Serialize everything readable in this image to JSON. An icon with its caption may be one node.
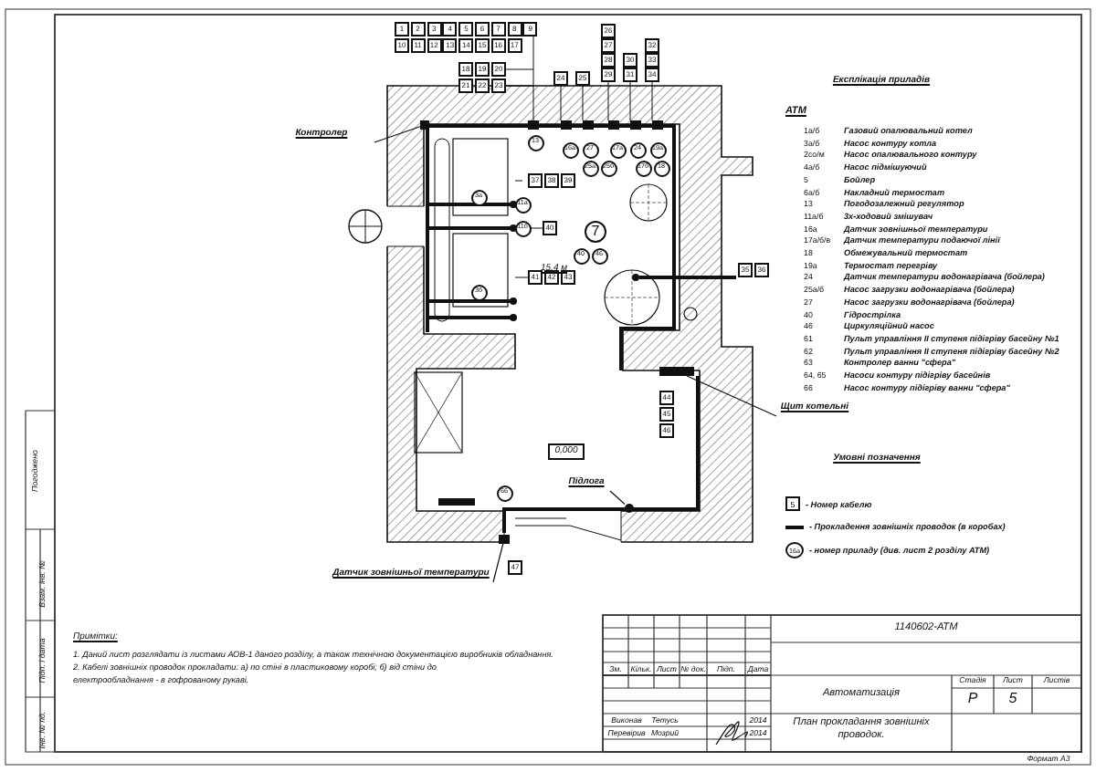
{
  "diagram": {
    "nodes": [
      {
        "text": [
          "Контролер"
        ]
      },
      {
        "text": [],
        "shape": "box"
      },
      {
        "text": [
          "Щит котельні"
        ]
      },
      {
        "text": [],
        "shape": "bar"
      },
      {
        "text": [
          "Підлога"
        ]
      },
      {
        "text": [],
        "shape": "circle"
      },
      {
        "text": [
          "Датчик зовнішньої температури"
        ]
      },
      {
        "text": [],
        "shape": "box"
      },
      {
        "text": [
          "1"
        ]
      },
      {
        "text": [
          "2"
        ]
      },
      {
        "text": [
          "3"
        ]
      },
      {
        "text": [
          "4"
        ]
      },
      {
        "text": [
          "5"
        ]
      },
      {
        "text": [
          "6"
        ]
      },
      {
        "text": [
          "7"
        ]
      },
      {
        "text": [
          "8"
        ]
      },
      {
        "text": [
          "9"
        ]
      },
      {
        "text": [
          "10"
        ]
      },
      {
        "text": [
          "11"
        ]
      },
      {
        "text": [
          "12"
        ]
      },
      {
        "text": [
          "13"
        ]
      },
      {
        "text": [
          "14"
        ]
      },
      {
        "text": [
          "15"
        ]
      },
      {
        "text": [
          "16"
        ]
      },
      {
        "text": [
          "17"
        ]
      },
      {
        "text": [
          "18"
        ]
      },
      {
        "text": [
          "19"
        ]
      },
      {
        "text": [
          "20"
        ]
      },
      {
        "text": [
          "21"
        ]
      },
      {
        "text": [
          "22"
        ]
      },
      {
        "text": [
          "23"
        ]
      },
      {
        "text": [
          "24"
        ]
      },
      {
        "text": [
          "25"
        ]
      },
      {
        "text": [
          "26"
        ]
      },
      {
        "text": [
          "27"
        ]
      },
      {
        "text": [
          "28"
        ]
      },
      {
        "text": [
          "29"
        ]
      },
      {
        "text": [
          "30"
        ]
      },
      {
        "text": [
          "31"
        ]
      },
      {
        "text": [
          "32"
        ]
      },
      {
        "text": [
          "33"
        ]
      },
      {
        "text": [
          "34"
        ]
      },
      {
        "text": [
          "35"
        ]
      },
      {
        "text": [
          "36"
        ]
      },
      {
        "text": [
          "37"
        ]
      },
      {
        "text": [
          "38"
        ]
      },
      {
        "text": [
          "39"
        ]
      },
      {
        "text": [
          "40"
        ]
      },
      {
        "text": [
          "41"
        ]
      },
      {
        "text": [
          "42"
        ]
      },
      {
        "text": [
          "43"
        ]
      },
      {
        "text": [
          "44"
        ]
      },
      {
        "text": [
          "45"
        ]
      },
      {
        "text": [
          "46"
        ]
      },
      {
        "text": [
          "47"
        ]
      },
      {
        "text": [
          "13"
        ]
      },
      {
        "text": [
          "16а"
        ]
      },
      {
        "text": [
          "27"
        ]
      },
      {
        "text": [
          "17а"
        ]
      },
      {
        "text": [
          "24"
        ]
      },
      {
        "text": [
          "19а"
        ]
      },
      {
        "text": [
          "25а"
        ]
      },
      {
        "text": [
          "25б"
        ]
      },
      {
        "text": [
          "17б"
        ]
      },
      {
        "text": [
          "18"
        ]
      },
      {
        "text": [
          "11а"
        ]
      },
      {
        "text": [
          "3а"
        ]
      },
      {
        "text": [
          "11б"
        ]
      },
      {
        "text": [
          "3б"
        ]
      },
      {
        "text": [
          "40"
        ]
      },
      {
        "text": [
          "46"
        ]
      },
      {
        "text": [
          "66"
        ]
      },
      {
        "text": [
          "7"
        ]
      },
      {
        "text": [
          "0,000"
        ]
      }
    ],
    "edges": [
      {
        "from": 0,
        "to": 1,
        "arrow": "none"
      },
      {
        "from": 2,
        "to": 3,
        "arrow": "none"
      },
      {
        "from": 4,
        "to": 5,
        "arrow": "none"
      },
      {
        "from": 6,
        "to": 7,
        "arrow": "none"
      }
    ],
    "labels": [
      "Експлікація приладів",
      "АТМ",
      "1а/б",
      "Газовий опалювальний котел",
      "3а/б",
      "Насос контуру котла",
      "2со/м",
      "Насос опалювального контуру",
      "4а/б",
      "Насос підмішуючий",
      "5",
      "Бойлер",
      "6а/б",
      "Накладний термостат",
      "13",
      "Погодозалежний регулятор",
      "11а/б",
      "3х-ходовий змішувач",
      "16а",
      "Датчик зовнішньої температури",
      "17а/б/в",
      "Датчик температури подаючої лінії",
      "18",
      "Обмежувальний термостат",
      "19а",
      "Термостат перегріву",
      "24",
      "Датчик температури водонагрівача (бойлера)",
      "25а/б",
      "Насос загрузки водонагрівача (бойлера)",
      "27",
      "Насос загрузки водонагрівача (бойлера)",
      "40",
      "Гідрострілка",
      "46",
      "Циркуляційний насос",
      "61",
      "Пульт управління ІІ ступеня підігріву басейну №1",
      "62",
      "Пульт управління ІІ ступеня підігріву басейну №2",
      "63",
      "Контролер ванни \"сфера\"",
      "64, 65",
      "Насоси контуру підігріву басейнів",
      "66",
      "Насос контуру підігріву ванни \"сфера\"",
      "Умовні позначення",
      "5",
      "16а",
      "Примітки:",
      "1. Даний лист розглядати із листами АОВ-1 даного розділу, а також технічною документацією виробників обладнання.",
      "2. Кабелі зовнішніх проводок прокладати: а) по стіні в пластиковому коробі; б) від стіни до електрообладнання - в гофрованому рукаві.",
      "1140602-АТМ",
      "Зм.",
      "Кільк.",
      "Лист",
      "№ док.",
      "Підп.",
      "Дата",
      "Автоматизація",
      "Стадія",
      "Лист",
      "Листів",
      "Р",
      "5",
      "Виконав",
      "Тетусь",
      "2014",
      "Перевірив",
      "Мозрий",
      "2014",
      "План прокладання зовнішніх проводок.",
      "Формат А3",
      "Погоджено",
      "Взам. інв. №",
      "Підп. і дата",
      "Інв. № пд.",
      "15,4 м"
    ],
    "legend": [
      {
        "text": "- Номер кабелю"
      },
      {
        "text": "- Прокладення зовнішніх проводок (в коробах)"
      },
      {
        "text": "- номер приладу (див. лист 2 розділу АТМ)"
      }
    ]
  }
}
